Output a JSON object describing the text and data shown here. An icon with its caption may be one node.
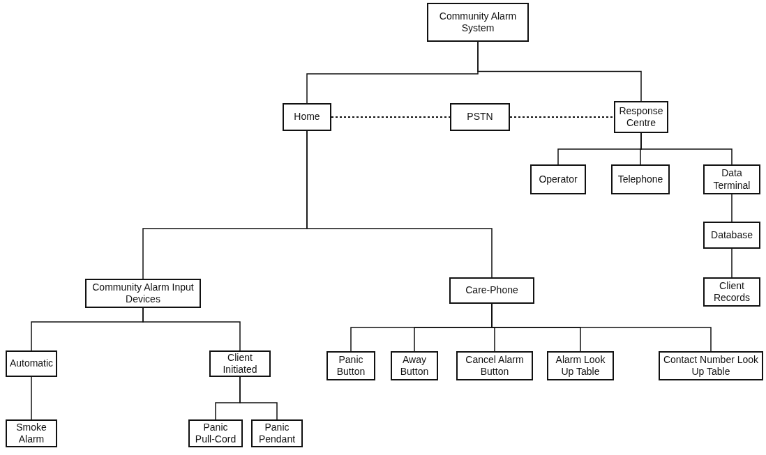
{
  "diagram": {
    "nodes": [
      {
        "text": [
          "Community Alarm System"
        ]
      },
      {
        "text": [
          "Home"
        ]
      },
      {
        "text": [
          "PSTN"
        ]
      },
      {
        "text": [
          "Response Centre"
        ]
      },
      {
        "text": [
          "Operator"
        ]
      },
      {
        "text": [
          "Telephone"
        ]
      },
      {
        "text": [
          "Data Terminal"
        ]
      },
      {
        "text": [
          "Database"
        ]
      },
      {
        "text": [
          "Client Records"
        ]
      },
      {
        "text": [
          "Community Alarm Input Devices"
        ]
      },
      {
        "text": [
          "Care-Phone"
        ]
      },
      {
        "text": [
          "Automatic"
        ]
      },
      {
        "text": [
          "Client Initiated"
        ]
      },
      {
        "text": [
          "Panic Button"
        ]
      },
      {
        "text": [
          "Away Button"
        ]
      },
      {
        "text": [
          "Cancel Alarm Button"
        ]
      },
      {
        "text": [
          "Alarm Look Up Table"
        ]
      },
      {
        "text": [
          "Contact Number Look Up Table"
        ]
      },
      {
        "text": [
          "Smoke Alarm"
        ]
      },
      {
        "text": [
          "Panic Pull-Cord"
        ]
      },
      {
        "text": [
          "Panic Pendant"
        ]
      }
    ],
    "edges": [
      {
        "from": 0,
        "to": 1,
        "arrow": "none"
      },
      {
        "from": 0,
        "to": 3,
        "arrow": "none"
      },
      {
        "from": 1,
        "to": 2,
        "arrow": "none",
        "style": "dashed"
      },
      {
        "from": 2,
        "to": 3,
        "arrow": "none",
        "style": "dashed"
      },
      {
        "from": 3,
        "to": 4,
        "arrow": "none"
      },
      {
        "from": 3,
        "to": 5,
        "arrow": "none"
      },
      {
        "from": 3,
        "to": 6,
        "arrow": "none"
      },
      {
        "from": 6,
        "to": 7,
        "arrow": "none"
      },
      {
        "from": 7,
        "to": 8,
        "arrow": "none"
      },
      {
        "from": 1,
        "to": 9,
        "arrow": "none"
      },
      {
        "from": 1,
        "to": 10,
        "arrow": "none"
      },
      {
        "from": 9,
        "to": 11,
        "arrow": "none"
      },
      {
        "from": 9,
        "to": 12,
        "arrow": "none"
      },
      {
        "from": 10,
        "to": 13,
        "arrow": "none"
      },
      {
        "from": 10,
        "to": 14,
        "arrow": "none"
      },
      {
        "from": 10,
        "to": 15,
        "arrow": "none"
      },
      {
        "from": 10,
        "to": 16,
        "arrow": "none"
      },
      {
        "from": 10,
        "to": 17,
        "arrow": "none"
      },
      {
        "from": 11,
        "to": 18,
        "arrow": "none"
      },
      {
        "from": 12,
        "to": 19,
        "arrow": "none"
      },
      {
        "from": 12,
        "to": 20,
        "arrow": "none"
      }
    ]
  }
}
